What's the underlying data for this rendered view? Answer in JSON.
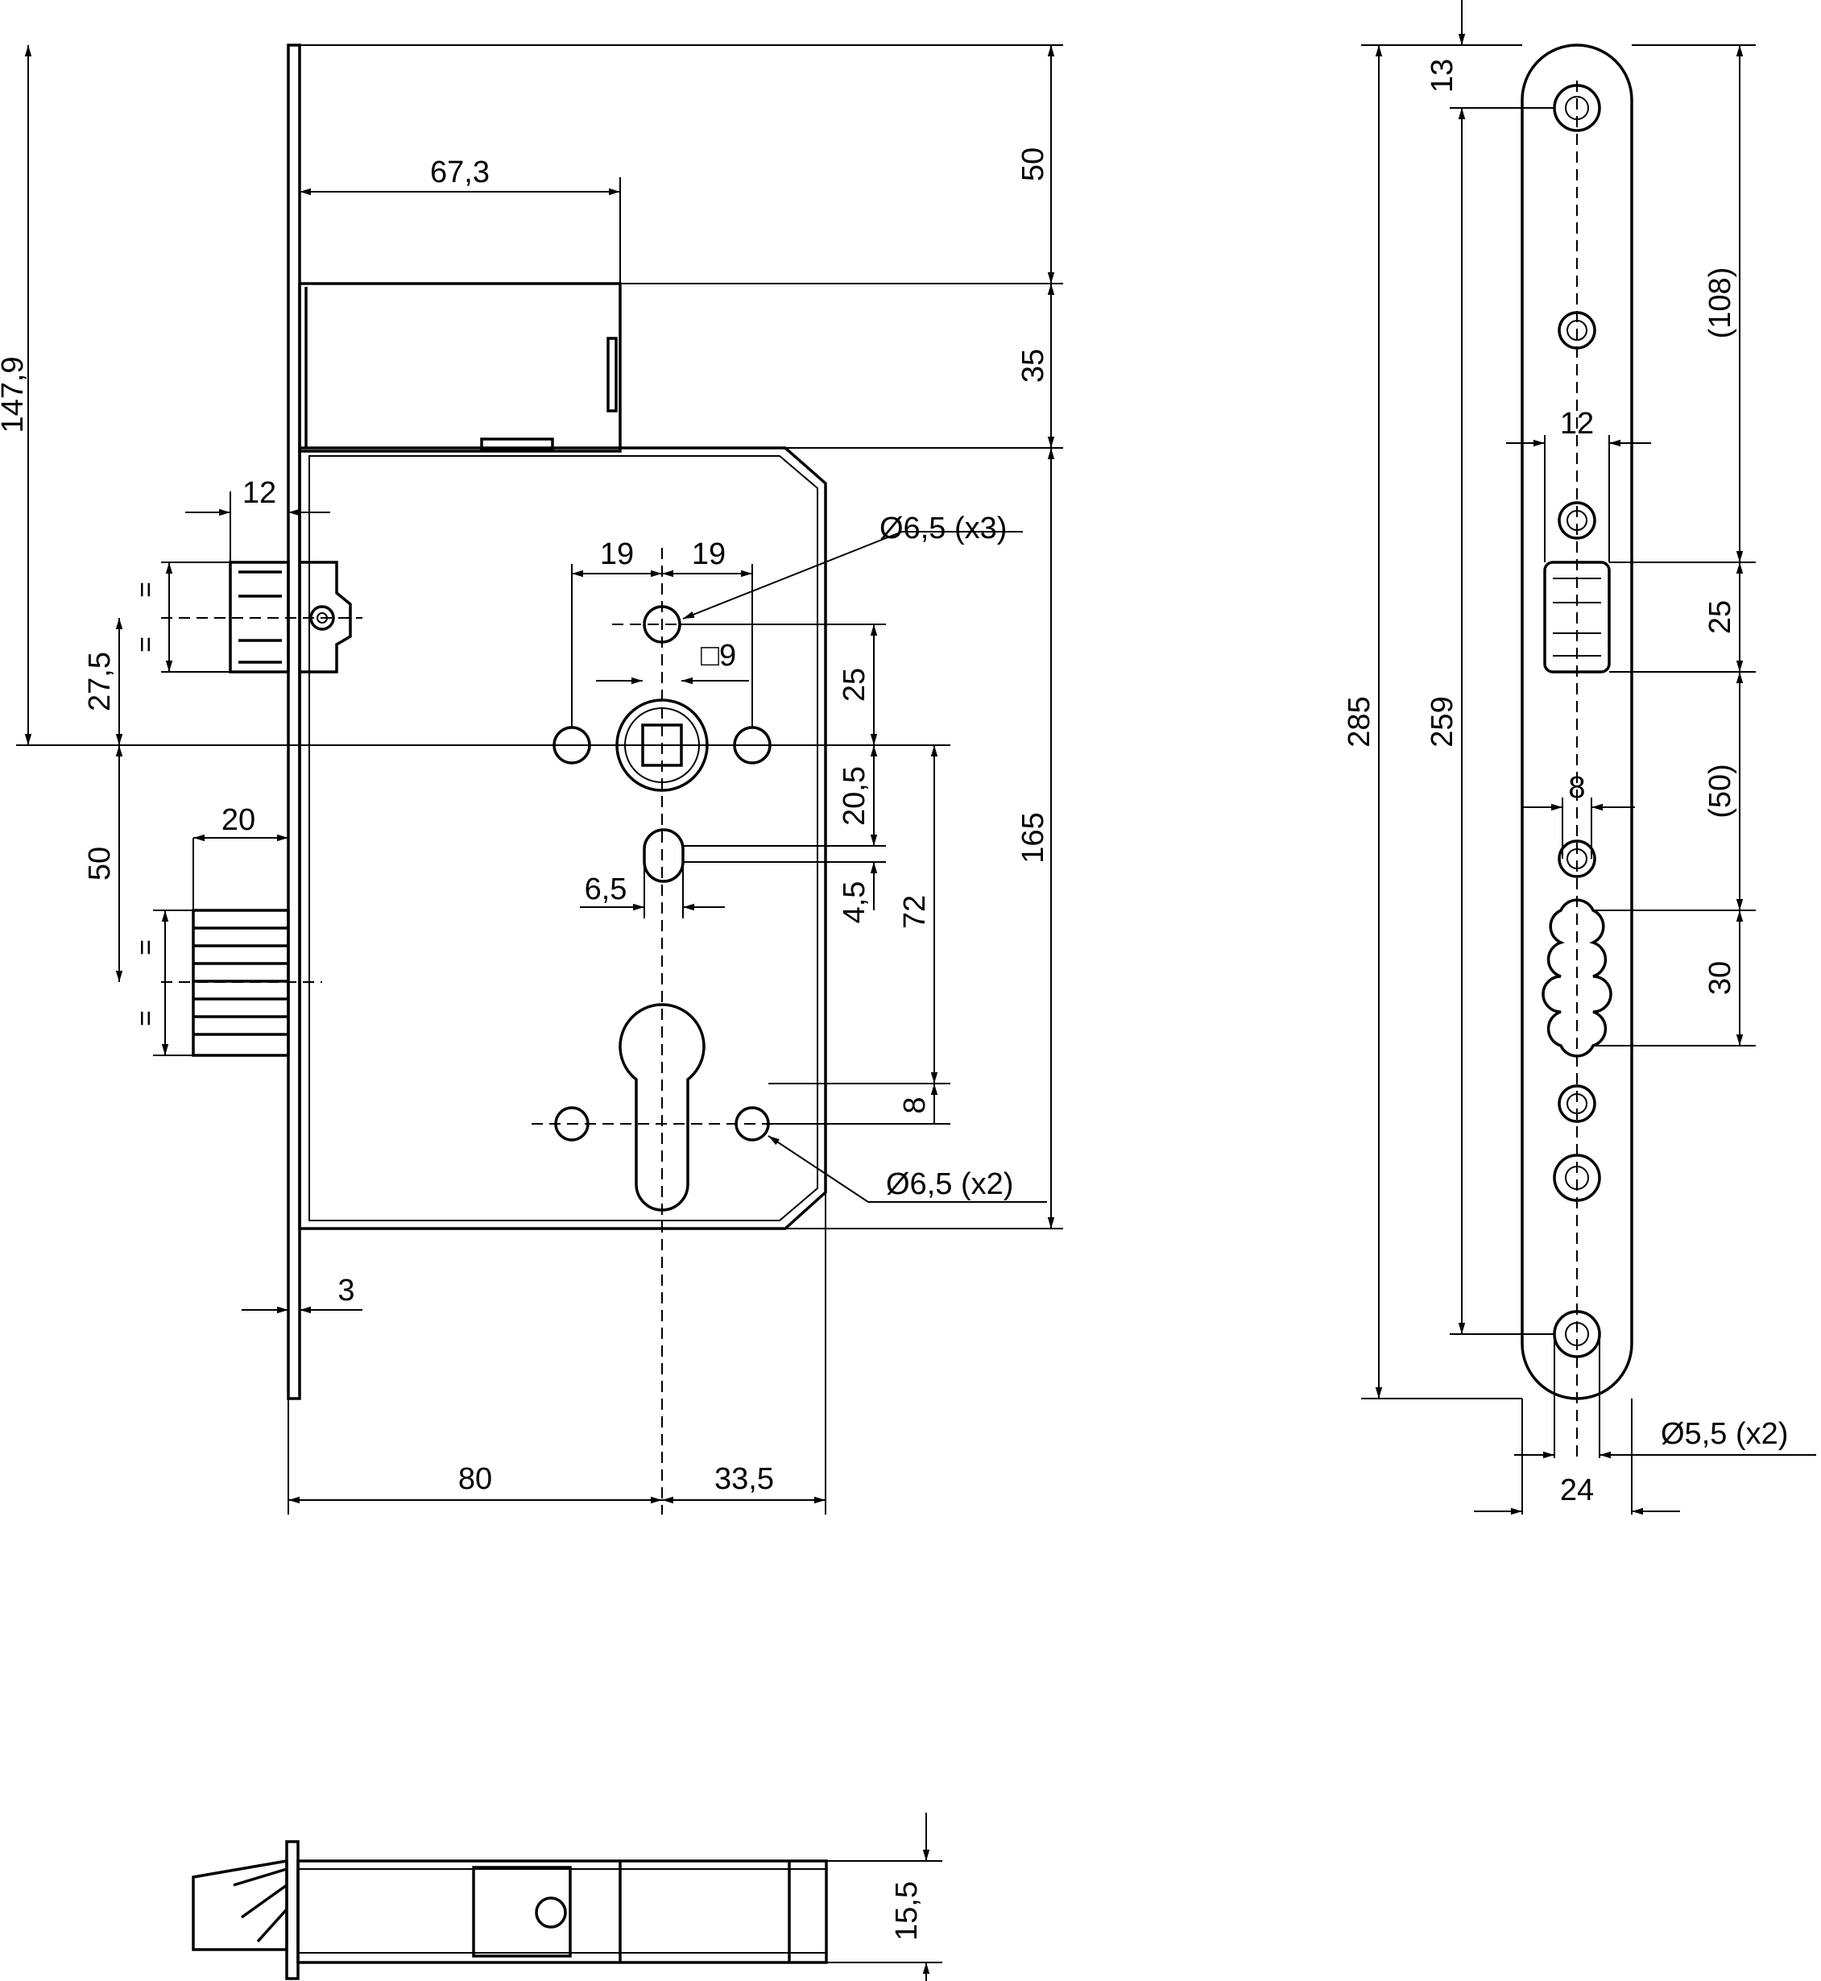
{
  "dimensions": {
    "d_147_9": "147,9",
    "d_67_3": "67,3",
    "d_50_top": "50",
    "d_35": "35",
    "d_165": "165",
    "d_12_latch": "12",
    "d_eq1": "=",
    "d_eq2": "=",
    "d_27_5": "27,5",
    "d_19_left": "19",
    "d_19_right": "19",
    "d_hole_top": "Ø6,5 (x3)",
    "d_sq9": "□9",
    "d_25_left": "25",
    "d_20_5": "20,5",
    "d_4_5": "4,5",
    "d_6_5": "6,5",
    "d_72": "72",
    "d_20": "20",
    "d_50_left": "50",
    "d_eq3": "=",
    "d_eq4": "=",
    "d_8_left": "8",
    "d_hole_bottom": "Ø6,5 (x2)",
    "d_3": "3",
    "d_80": "80",
    "d_33_5": "33,5",
    "d_13": "13",
    "d_108": "(108)",
    "d_12_plate": "12",
    "d_25_right": "25",
    "d_285": "285",
    "d_259": "259",
    "d_8_plate": "8",
    "d_50_right": "(50)",
    "d_30": "30",
    "d_5_5": "Ø5,5 (x2)",
    "d_24": "24",
    "d_15_5": "15,5"
  }
}
